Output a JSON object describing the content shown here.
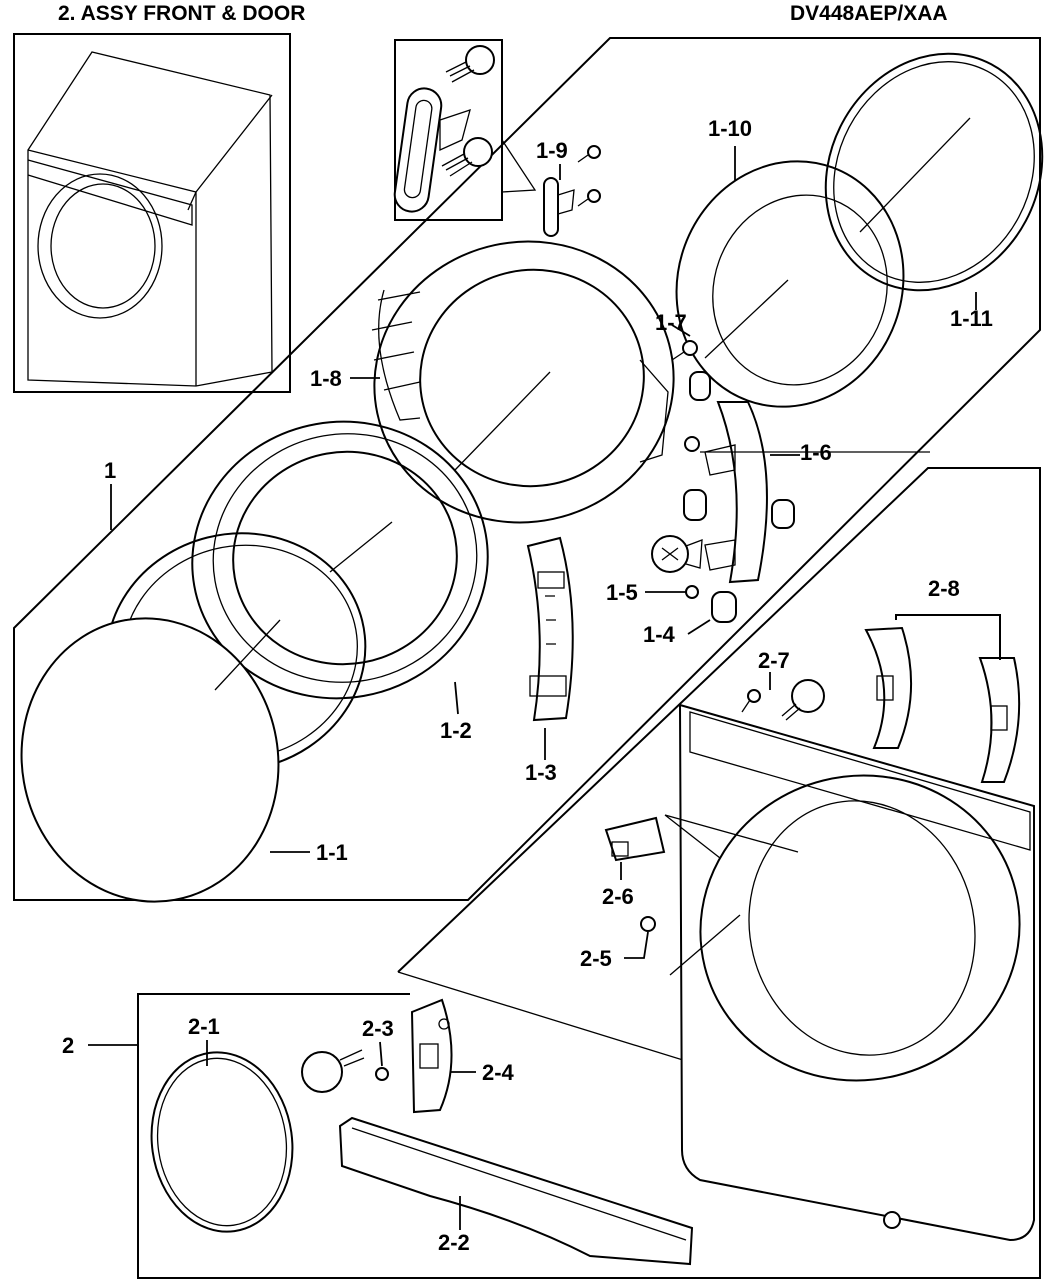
{
  "header": {
    "title": "2. ASSY FRONT & DOOR",
    "model": "DV448AEP/XAA"
  },
  "callouts": {
    "c1": "1",
    "c1_1": "1-1",
    "c1_2": "1-2",
    "c1_3": "1-3",
    "c1_4": "1-4",
    "c1_5": "1-5",
    "c1_6": "1-6",
    "c1_7": "1-7",
    "c1_8": "1-8",
    "c1_9": "1-9",
    "c1_10": "1-10",
    "c1_11": "1-11",
    "c2": "2",
    "c2_1": "2-1",
    "c2_2": "2-2",
    "c2_3": "2-3",
    "c2_4": "2-4",
    "c2_5": "2-5",
    "c2_6": "2-6",
    "c2_7": "2-7",
    "c2_8": "2-8"
  }
}
